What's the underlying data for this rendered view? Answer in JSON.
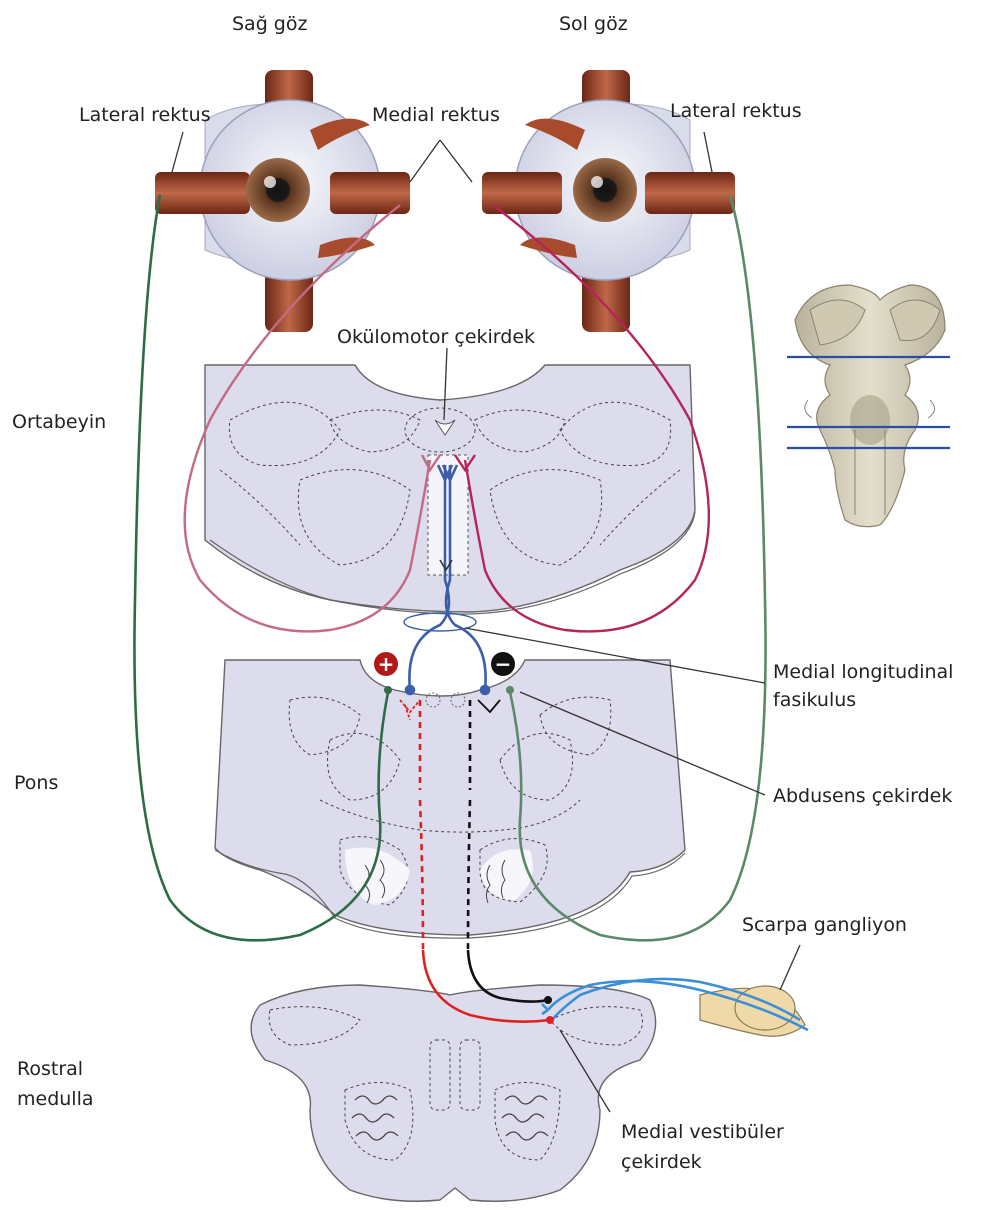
{
  "labels": {
    "right_eye": "Sağ göz",
    "left_eye": "Sol göz",
    "lateral_rectus_right": "Lateral rektus",
    "medial_rectus": "Medial rektus",
    "lateral_rectus_left": "Lateral rektus",
    "oculomotor_nucleus": "Okülomotor çekirdek",
    "midbrain": "Ortabeyin",
    "mlf_line1": "Medial longitudinal",
    "mlf_line2": "fasikulus",
    "pons": "Pons",
    "abducens_nucleus": "Abdusens çekirdek",
    "scarpa_ganglion": "Scarpa gangliyon",
    "rostral_medulla_line1": "Rostral",
    "rostral_medulla_line2": "medulla",
    "medial_vestibular_line1": "Medial vestibüler",
    "medial_vestibular_line2": "çekirdek",
    "excitatory_symbol": "+",
    "inhibitory_symbol": "−"
  },
  "colors": {
    "tissue": "#dcdcec",
    "tissue_dark": "#c9c9df",
    "outline": "#555566",
    "muscle": "#8b3a22",
    "eyeball": "#e8eaf2",
    "iris": "#7a4a2e",
    "oculomotor_path": "#b5245a",
    "medial_rectus_path": "#c46a85",
    "abducens_path": "#2e6b47",
    "mlf_path": "#3a5fa8",
    "excitatory_path": "#e02020",
    "inhibitory_path": "#111111",
    "vestibular_nerve": "#3a8fd8",
    "ganglion": "#f0d9a8"
  }
}
